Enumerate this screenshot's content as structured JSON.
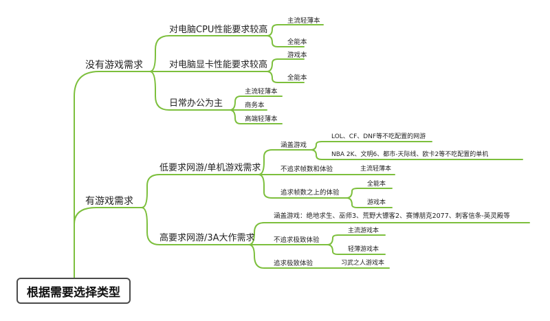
{
  "root": {
    "label": "根据需要选择类型"
  },
  "no_game": {
    "label": "没有游戏需求",
    "cpu": {
      "label": "对电脑CPU性能要求较高",
      "items": [
        "主流轻薄本",
        "全能本"
      ]
    },
    "gpu": {
      "label": "对电脑显卡性能要求较高",
      "items": [
        "游戏本",
        "全能本"
      ]
    },
    "office": {
      "label": "日常办公为主",
      "items": [
        "主流轻薄本",
        "商务本",
        "高端轻薄本"
      ]
    }
  },
  "game": {
    "label": "有游戏需求",
    "low": {
      "label": "低要求网游/单机游戏需求",
      "covered": {
        "label": "涵盖游戏",
        "items": [
          "LOL、CF、DNF等不吃配置的网游",
          "NBA 2K、文明6、都市-天际线、欧卡2等不吃配置的单机"
        ]
      },
      "no_fps": {
        "label": "不追求帧数和体验",
        "item": "主流轻薄本"
      },
      "fps": {
        "label": "追求帧数之上的体验",
        "items": [
          "全能本",
          "游戏本"
        ]
      }
    },
    "high": {
      "label": "高要求网游/3A大作需求",
      "covered": {
        "label": "涵盖游戏：绝地求生、巫师3、荒野大镖客2、赛博朋克2077、刺客信条-英灵殿等"
      },
      "no_ultimate": {
        "label": "不追求极致体验",
        "items": [
          "主流游戏本",
          "轻薄游戏本"
        ]
      },
      "ultimate": {
        "label": "追求极致体验",
        "item": "习武之人游戏本"
      }
    }
  },
  "colors": {
    "line": "#7cbf3c",
    "root_border": "#4a4a4a",
    "text": "#222222"
  }
}
